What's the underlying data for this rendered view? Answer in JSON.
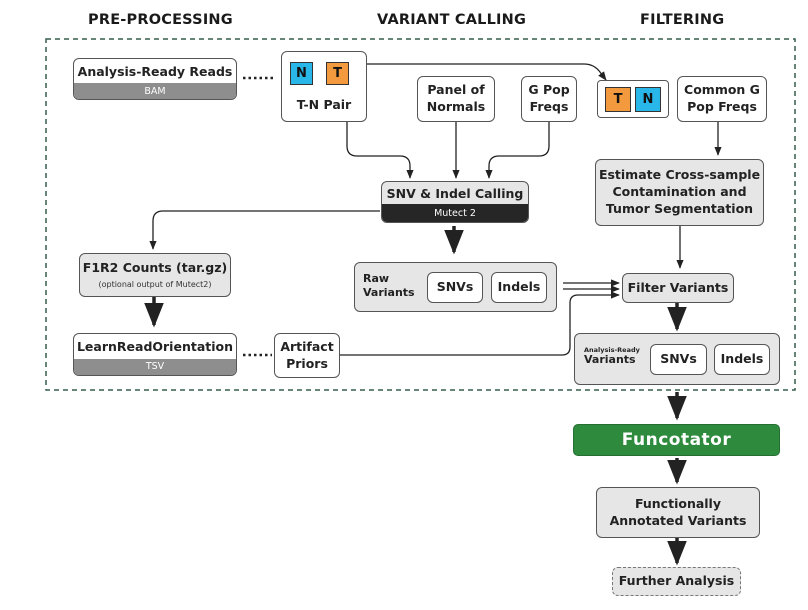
{
  "sections": {
    "preprocessing": "PRE-PROCESSING",
    "variant_calling": "VARIANT CALLING",
    "filtering": "FILTERING"
  },
  "nodes": {
    "analysis_ready_reads": {
      "title": "Analysis-Ready Reads",
      "format": "BAM"
    },
    "tn_pair": {
      "tumor": "T",
      "normal": "N",
      "label": "T-N Pair"
    },
    "panel_of_normals": {
      "line1": "Panel of",
      "line2": "Normals"
    },
    "gpop_freqs": {
      "line1": "G Pop",
      "line2": "Freqs"
    },
    "tn_pair_filter": {
      "tumor": "T",
      "normal": "N"
    },
    "common_gpop_freqs": {
      "line1": "Common G",
      "line2": "Pop Freqs"
    },
    "snv_indel_calling": {
      "title": "SNV & Indel Calling",
      "tool": "Mutect 2"
    },
    "estimate_contamination": {
      "line1": "Estimate Cross-sample",
      "line2": "Contamination and",
      "line3": "Tumor Segmentation"
    },
    "f1r2_counts": {
      "title": "F1R2 Counts (tar.gz)",
      "note": "(optional output of Mutect2)"
    },
    "raw_variants": {
      "line1": "Raw",
      "line2": "Variants",
      "snvs": "SNVs",
      "indels": "Indels"
    },
    "filter_variants": {
      "title": "Filter Variants"
    },
    "learn_read_orientation": {
      "title": "LearnReadOrientation",
      "format": "TSV"
    },
    "artifact_priors": {
      "line1": "Artifact",
      "line2": "Priors"
    },
    "analysis_ready_variants": {
      "line1": "Analysis-Ready",
      "line2": "Variants",
      "snvs": "SNVs",
      "indels": "Indels"
    },
    "funcotator": {
      "title": "Funcotator"
    },
    "functionally_annotated": {
      "line1": "Functionally",
      "line2": "Annotated Variants"
    },
    "further_analysis": {
      "title": "Further Analysis"
    }
  },
  "colors": {
    "tumor": "#f39a3e",
    "normal": "#29b6e8",
    "funcotator": "#2e8b3e",
    "box_grey": "#e6e6e6",
    "dark_bar": "#262626",
    "mid_bar": "#8e8e8e"
  }
}
